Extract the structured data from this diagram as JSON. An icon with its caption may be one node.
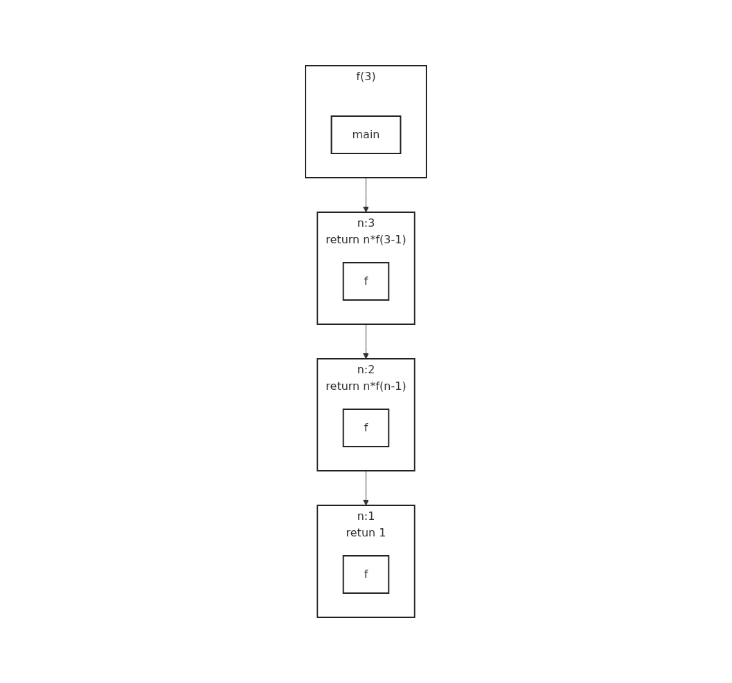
{
  "diagram": {
    "nodes": [
      {
        "text": [
          "f(3)"
        ]
      },
      {
        "text": [
          "main"
        ],
        "in": 0
      },
      {
        "text": [
          "n:3",
          "return n*f(3-1)"
        ]
      },
      {
        "text": [
          "f"
        ],
        "in": 2
      },
      {
        "text": [
          "n:2",
          "return n*f(n-1)"
        ]
      },
      {
        "text": [
          "f"
        ],
        "in": 4
      },
      {
        "text": [
          "n:1",
          "retun 1"
        ]
      },
      {
        "text": [
          "f"
        ],
        "in": 6
      }
    ],
    "edges": [
      {
        "from": 0,
        "to": 2,
        "arrow": "to"
      },
      {
        "from": 2,
        "to": 4,
        "arrow": "to"
      },
      {
        "from": 4,
        "to": 6,
        "arrow": "to"
      }
    ]
  }
}
